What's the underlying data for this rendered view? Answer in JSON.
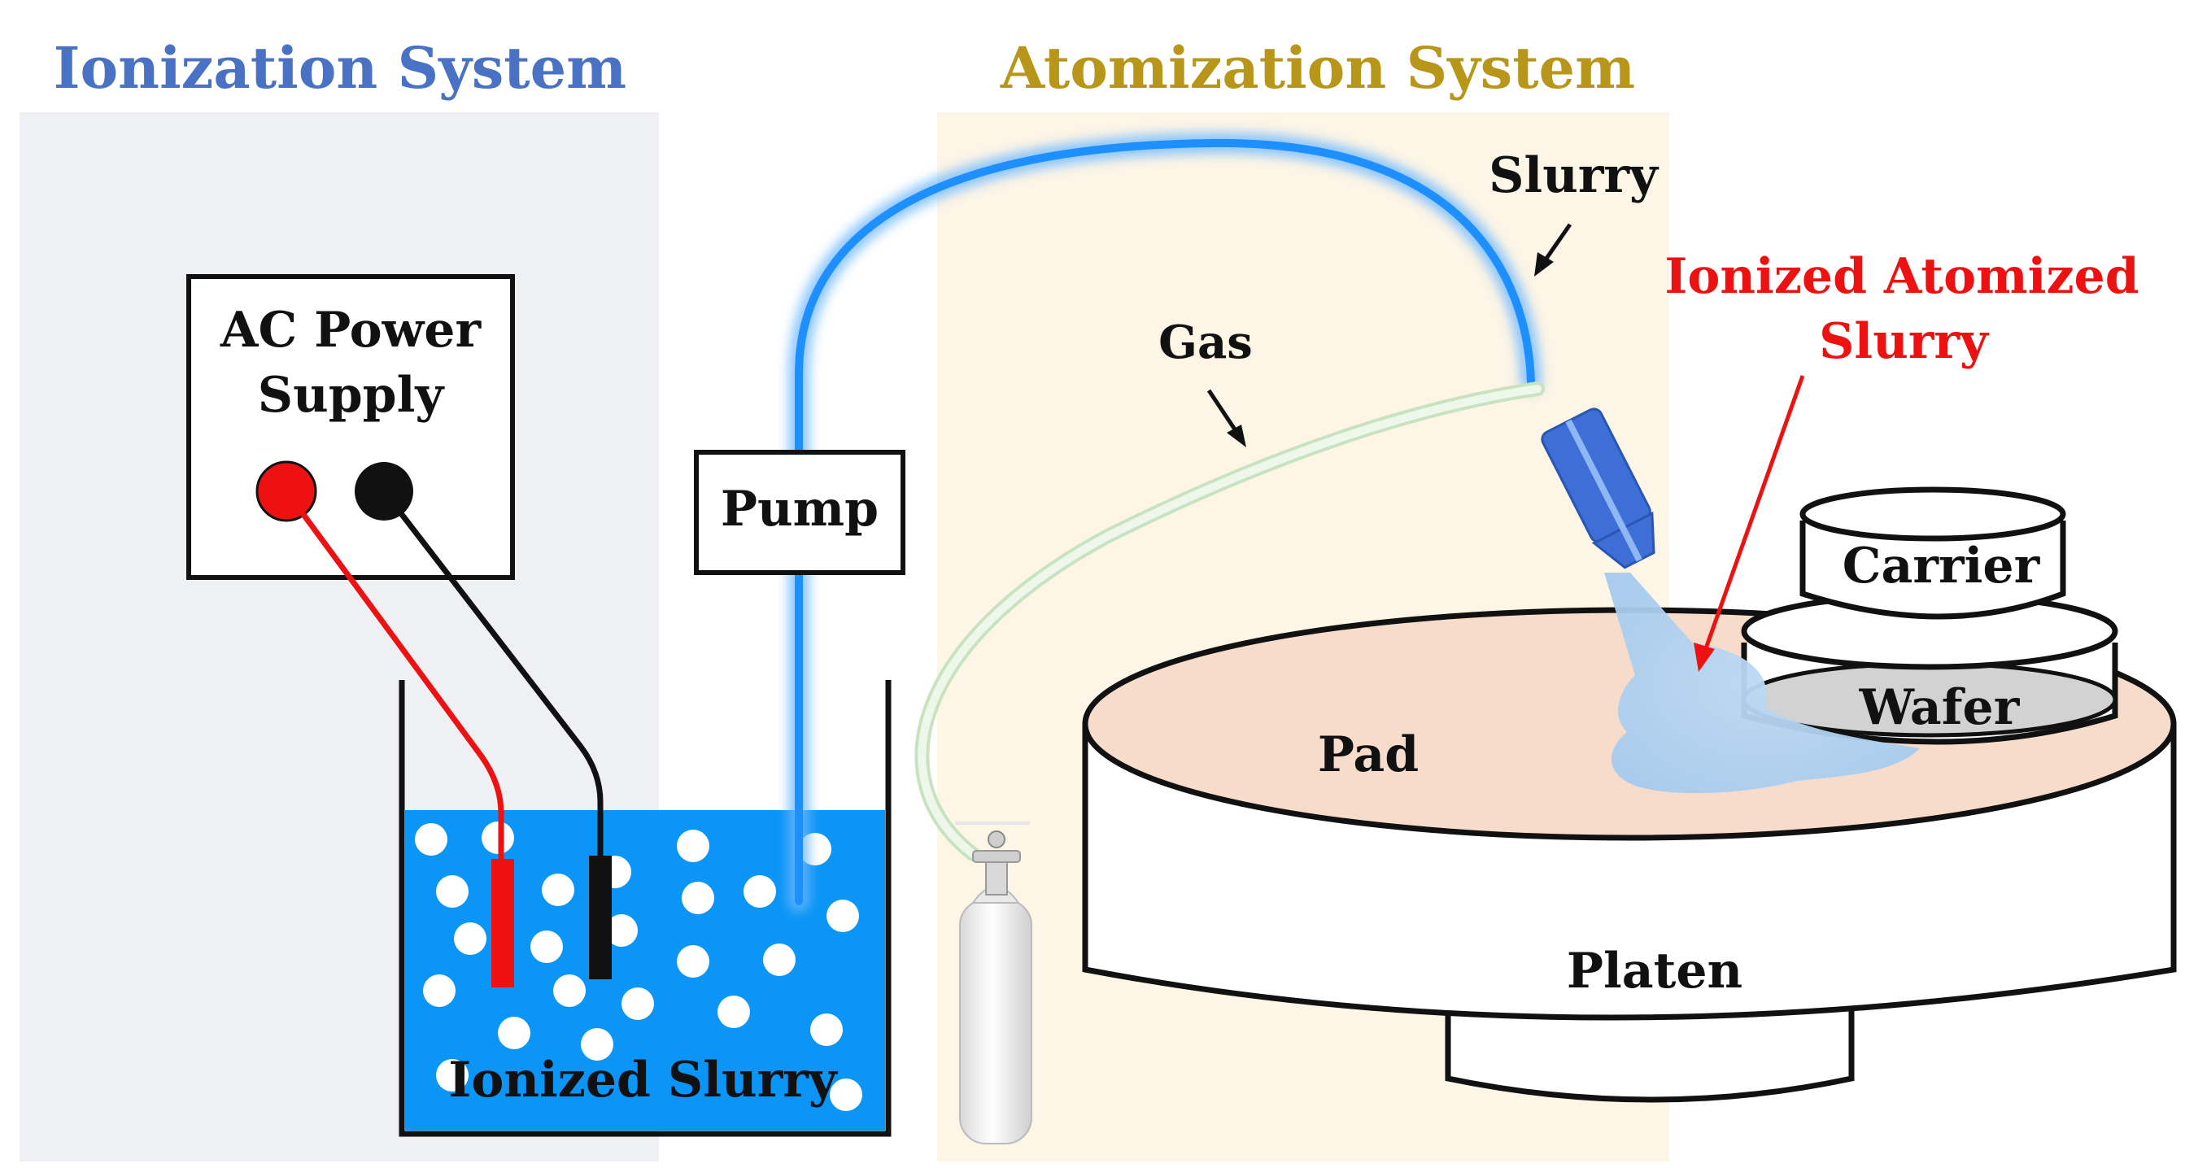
{
  "sections": {
    "ionization_title": "Ionization System",
    "atomization_title": "Atomization System"
  },
  "labels": {
    "ac_power_line1": "AC Power",
    "ac_power_line2": "Supply",
    "pump": "Pump",
    "ionized_slurry": "Ionized Slurry",
    "gas": "Gas",
    "slurry": "Slurry",
    "ionized_atomized_line1": "Ionized Atomized",
    "ionized_atomized_line2": "Slurry",
    "carrier": "Carrier",
    "wafer": "Wafer",
    "pad": "Pad",
    "platen": "Platen"
  },
  "colors": {
    "ionization_title": "#4a72c4",
    "atomization_title": "#b8961a",
    "ionization_panel": "#eff0f4",
    "atomization_panel": "#fdf5e6",
    "slurry_tube": "#1e8fff",
    "slurry_liquid": "#0b95f6",
    "gas_tube": "#e4f2e0",
    "red_electrode": "#ee1111",
    "black_electrode": "#111111",
    "pad_surface": "#f7dccb",
    "nozzle": "#3d6fd6",
    "spray": "#a9cdee",
    "wafer_surface": "#cfcfcf",
    "annotation_red": "#ee1111"
  }
}
